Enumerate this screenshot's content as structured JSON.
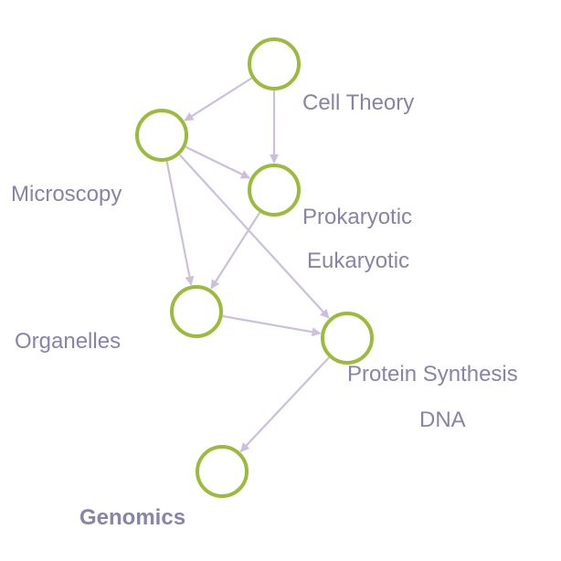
{
  "colors": {
    "node_stroke": "#9bbb3c",
    "edge": "#cdbfdb",
    "label": "#8883a8",
    "highlight_label": "#d9622b"
  },
  "nodes": [
    {
      "id": "cell-theory",
      "label": "Cell Theory"
    },
    {
      "id": "microscopy",
      "label": "Microscopy"
    },
    {
      "id": "prokaryotic",
      "label": "Prokaryotic"
    },
    {
      "id": "eukaryotic",
      "label": "Eukaryotic"
    },
    {
      "id": "organelles",
      "label": "Organelles"
    },
    {
      "id": "protein-synthesis",
      "label": "Protein Synthesis"
    },
    {
      "id": "dna",
      "label": "DNA"
    },
    {
      "id": "genomics",
      "label": "Genomics",
      "highlight": true
    }
  ],
  "edges": [
    {
      "from": "cell-theory",
      "to": "microscopy"
    },
    {
      "from": "cell-theory",
      "to": "prokaryotic"
    },
    {
      "from": "microscopy",
      "to": "prokaryotic"
    },
    {
      "from": "microscopy",
      "to": "organelles"
    },
    {
      "from": "microscopy",
      "to": "protein-synthesis"
    },
    {
      "from": "prokaryotic",
      "to": "organelles"
    },
    {
      "from": "organelles",
      "to": "protein-synthesis"
    },
    {
      "from": "protein-synthesis",
      "to": "genomics"
    }
  ]
}
